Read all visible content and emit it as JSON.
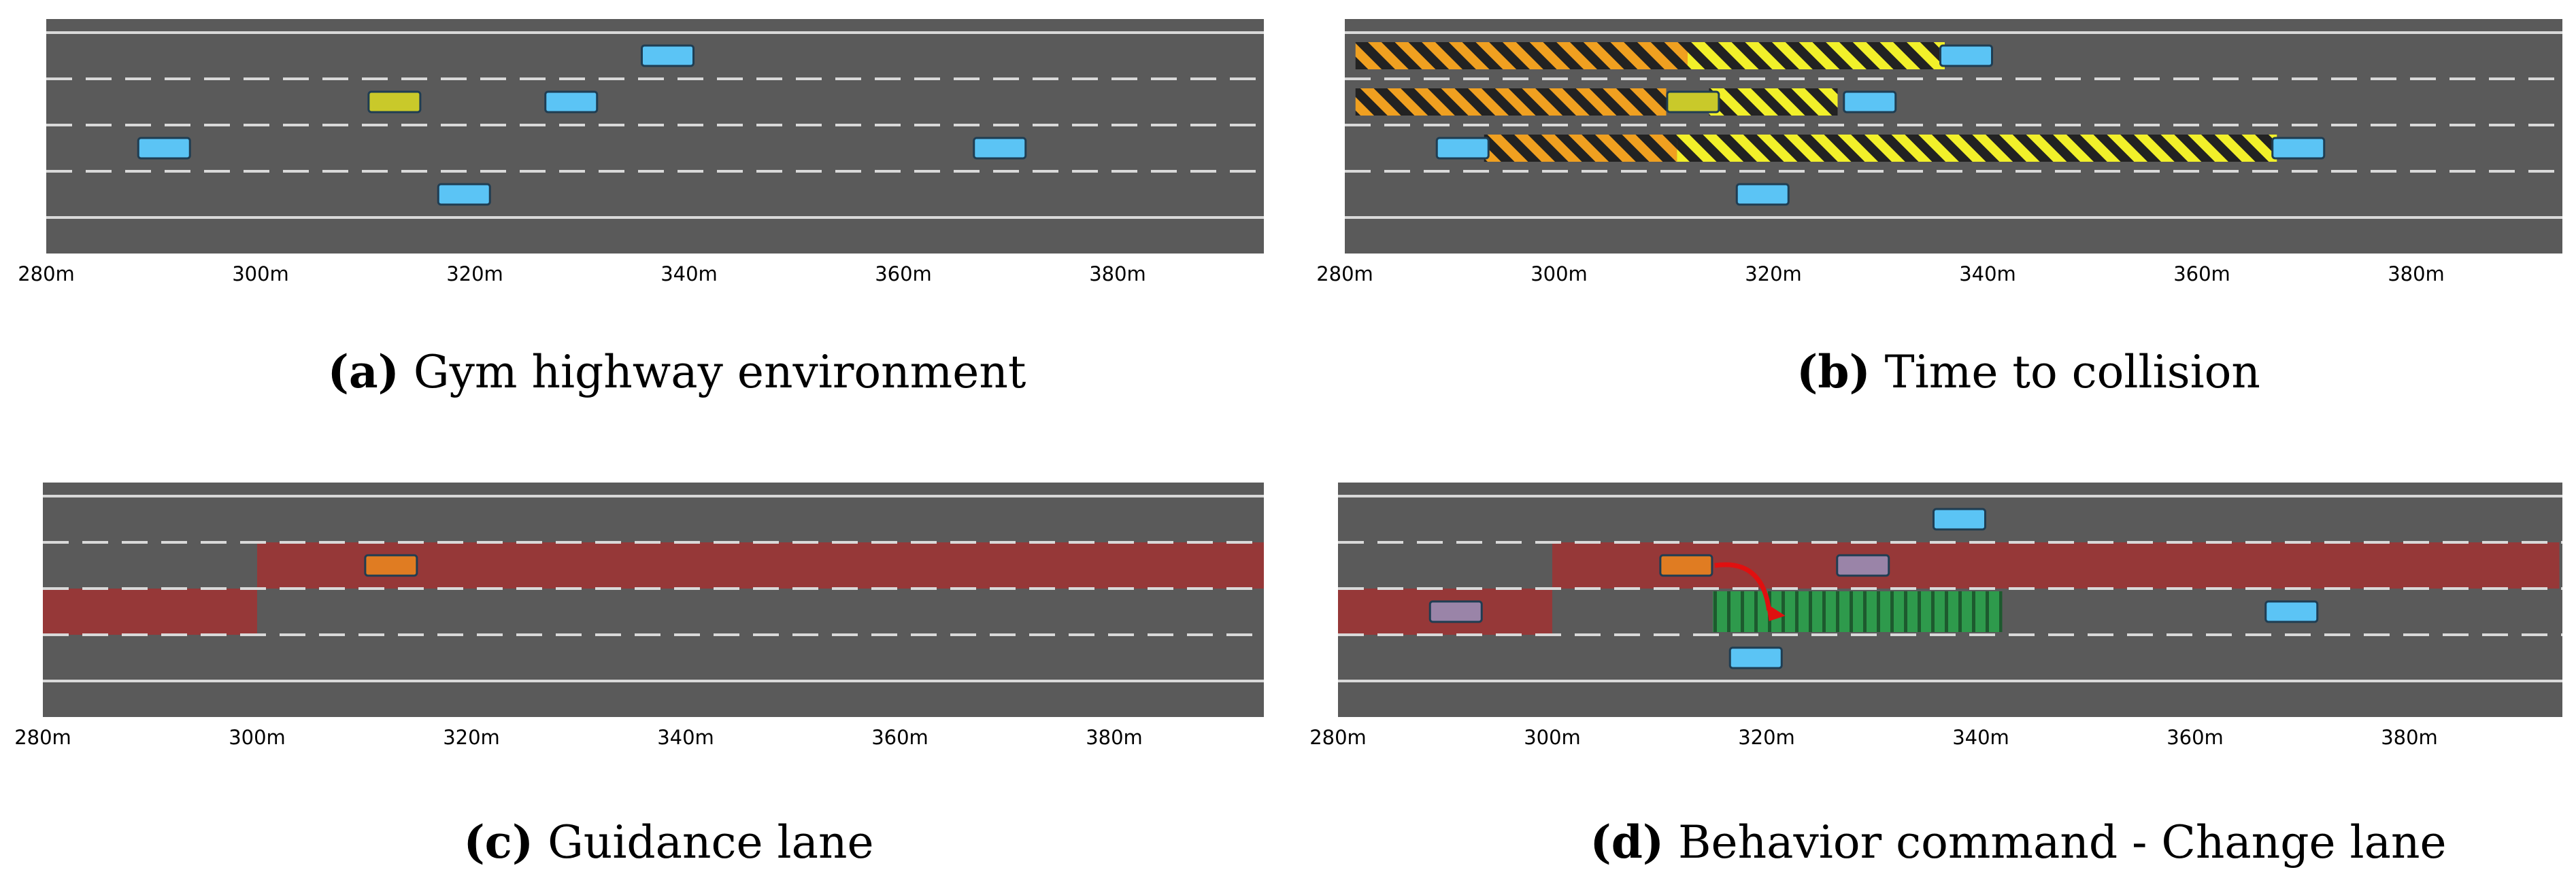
{
  "x_ticks": [
    "280m",
    "300m",
    "320m",
    "340m",
    "360m",
    "380m"
  ],
  "colors": {
    "road": "#5a5a5a",
    "lane_line": "#d9d9d9",
    "vehicle_blue": "#5bc4f5",
    "vehicle_ego_yellow": "#c9c92a",
    "vehicle_ego_orange": "#e07c22",
    "vehicle_purple": "#9a84a8",
    "guidance_red": "#963838",
    "ttc_orange": "#f0a020",
    "ttc_yellow": "#f2f02a",
    "change_green": "#2e9a4c",
    "arrow_red": "#e01010"
  },
  "panels": [
    {
      "id": "a",
      "caption_label": "(a)",
      "caption_text": "Gym highway environment",
      "ego": {
        "x": 312.5,
        "lane": 2,
        "color": "yellow"
      },
      "vehicles": [
        {
          "x": 338,
          "lane": 1
        },
        {
          "x": 329,
          "lane": 2
        },
        {
          "x": 291,
          "lane": 3
        },
        {
          "x": 369,
          "lane": 3
        },
        {
          "x": 319,
          "lane": 4
        }
      ]
    },
    {
      "id": "b",
      "caption_label": "(b)",
      "caption_text": "Time to collision",
      "ego": {
        "x": 312.5,
        "lane": 2,
        "color": "yellow"
      },
      "vehicles": [
        {
          "x": 338,
          "lane": 1
        },
        {
          "x": 329,
          "lane": 2
        },
        {
          "x": 291,
          "lane": 3
        },
        {
          "x": 369,
          "lane": 3
        },
        {
          "x": 319,
          "lane": 4
        }
      ],
      "ttc_bands": [
        {
          "lane": 1,
          "orange": [
            281,
            312
          ],
          "yellow": [
            312,
            336
          ]
        },
        {
          "lane": 2,
          "orange": [
            281,
            310
          ],
          "yellow": [
            314,
            326
          ]
        },
        {
          "lane": 3,
          "orange": [
            293,
            311
          ],
          "yellow": [
            311,
            367
          ]
        }
      ]
    },
    {
      "id": "c",
      "caption_label": "(c)",
      "caption_text": "Guidance lane",
      "ego": {
        "x": 312.5,
        "lane": 2,
        "color": "orange"
      },
      "vehicles": [],
      "guidance": [
        {
          "lane": 3,
          "from": 280,
          "to": 300
        },
        {
          "lane": 2,
          "from": 300,
          "to": 394
        }
      ]
    },
    {
      "id": "d",
      "caption_label": "(d)",
      "caption_text": "Behavior command - Change lane",
      "ego": {
        "x": 312.5,
        "lane": 2,
        "color": "orange"
      },
      "vehicles": [
        {
          "x": 338,
          "lane": 1
        },
        {
          "x": 369,
          "lane": 3
        },
        {
          "x": 319,
          "lane": 4
        }
      ],
      "purple_vehicles": [
        {
          "x": 329,
          "lane": 2
        },
        {
          "x": 291,
          "lane": 3
        }
      ],
      "guidance": [
        {
          "lane": 3,
          "from": 280,
          "to": 300
        },
        {
          "lane": 2,
          "from": 300,
          "to": 394
        }
      ],
      "change_zone": {
        "lane": 3,
        "from": 315,
        "to": 342
      }
    }
  ]
}
